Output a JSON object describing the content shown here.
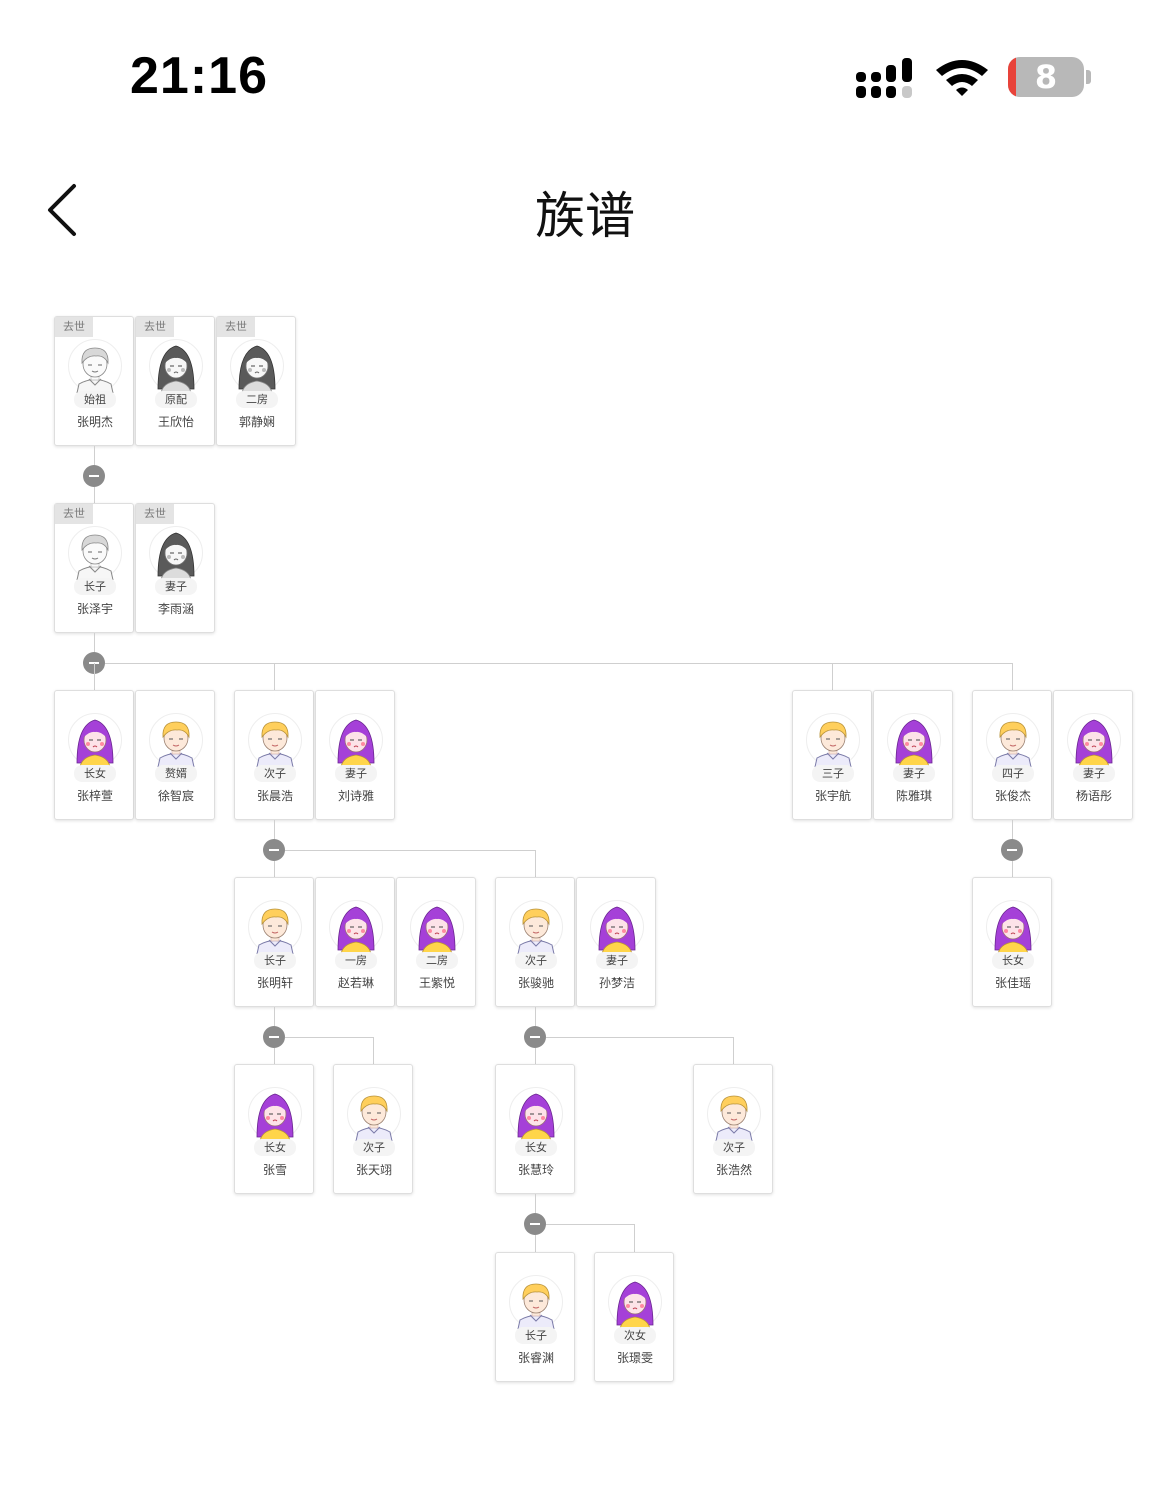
{
  "status": {
    "time": "21:16",
    "battery": "8"
  },
  "nav": {
    "title": "族谱"
  },
  "tree": {
    "dead_label": "去世",
    "gens": [
      {
        "members": [
          {
            "role": "始祖",
            "name": "张明杰",
            "gender": "male",
            "deceased": true
          },
          {
            "role": "原配",
            "name": "王欣怡",
            "gender": "female",
            "deceased": true
          },
          {
            "role": "二房",
            "name": "郭静娴",
            "gender": "female",
            "deceased": true
          }
        ]
      },
      {
        "members": [
          {
            "role": "长子",
            "name": "张泽宇",
            "gender": "male",
            "deceased": true
          },
          {
            "role": "妻子",
            "name": "李雨涵",
            "gender": "female",
            "deceased": true
          }
        ]
      },
      {
        "branches": [
          {
            "members": [
              {
                "role": "长女",
                "name": "张梓萱",
                "gender": "female"
              },
              {
                "role": "赘婿",
                "name": "徐智宸",
                "gender": "male"
              }
            ]
          },
          {
            "members": [
              {
                "role": "次子",
                "name": "张晨浩",
                "gender": "male"
              },
              {
                "role": "妻子",
                "name": "刘诗雅",
                "gender": "female"
              }
            ]
          },
          {
            "members": [
              {
                "role": "三子",
                "name": "张宇航",
                "gender": "male"
              },
              {
                "role": "妻子",
                "name": "陈雅琪",
                "gender": "female"
              }
            ]
          },
          {
            "members": [
              {
                "role": "四子",
                "name": "张俊杰",
                "gender": "male"
              },
              {
                "role": "妻子",
                "name": "杨语彤",
                "gender": "female"
              }
            ]
          }
        ]
      },
      {
        "branches": [
          {
            "members": [
              {
                "role": "长子",
                "name": "张明轩",
                "gender": "male"
              },
              {
                "role": "一房",
                "name": "赵若琳",
                "gender": "female"
              },
              {
                "role": "二房",
                "name": "王紫悦",
                "gender": "female"
              }
            ]
          },
          {
            "members": [
              {
                "role": "次子",
                "name": "张骏驰",
                "gender": "male"
              },
              {
                "role": "妻子",
                "name": "孙梦洁",
                "gender": "female"
              }
            ]
          },
          {
            "members": [
              {
                "role": "长女",
                "name": "张佳瑶",
                "gender": "female"
              }
            ]
          }
        ]
      },
      {
        "branches": [
          {
            "members": [
              {
                "role": "长女",
                "name": "张雪",
                "gender": "female"
              }
            ]
          },
          {
            "members": [
              {
                "role": "次子",
                "name": "张天翊",
                "gender": "male"
              }
            ]
          },
          {
            "members": [
              {
                "role": "长女",
                "name": "张慧玲",
                "gender": "female"
              }
            ]
          },
          {
            "members": [
              {
                "role": "次子",
                "name": "张浩然",
                "gender": "male"
              }
            ]
          }
        ]
      },
      {
        "branches": [
          {
            "members": [
              {
                "role": "长子",
                "name": "张睿渊",
                "gender": "male"
              }
            ]
          },
          {
            "members": [
              {
                "role": "次女",
                "name": "张璟雯",
                "gender": "female"
              }
            ]
          }
        ]
      }
    ]
  }
}
